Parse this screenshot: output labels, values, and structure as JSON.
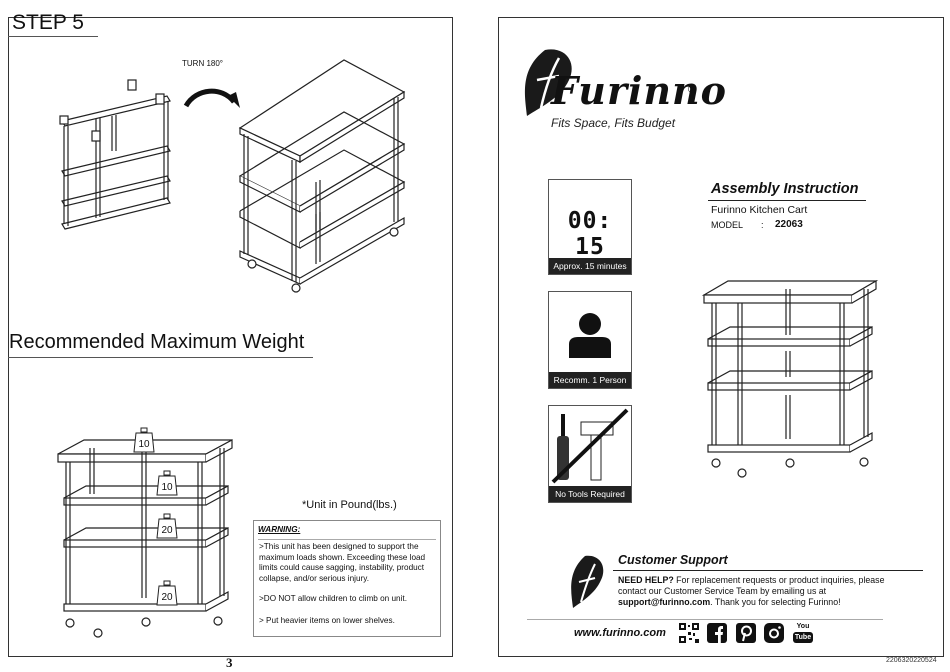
{
  "left_page": {
    "step_title": "STEP 5",
    "turn_label": "TURN 180°",
    "weight_heading": "Recommended Maximum Weight",
    "unit_note": "*Unit in Pound(lbs.)",
    "shelf_weights": [
      "10",
      "10",
      "20",
      "20"
    ],
    "warning": {
      "title": "WARNING:",
      "lines": [
        ">This unit has been designed to support the maximum loads shown. Exceeding these load limits could cause sagging, instability, product collapse, and/or serious injury.",
        ">DO NOT allow children to climb on unit.",
        "> Put heavier items on lower shelves."
      ]
    },
    "page_number": "3"
  },
  "right_page": {
    "brand": "Furinno",
    "registered": "®",
    "tagline": "Fits Space, Fits Budget",
    "info_boxes": [
      {
        "icon": "timer-icon",
        "display": "00: 15",
        "caption": "Approx. 15 minutes"
      },
      {
        "icon": "person-icon",
        "caption": "Recomm. 1 Person"
      },
      {
        "icon": "no-tools-icon",
        "caption": "No Tools Required"
      }
    ],
    "assembly_title": "Assembly Instruction",
    "product_name": "Furinno Kitchen Cart",
    "model_label": "MODEL",
    "model_colon": ":",
    "model_number": "22063",
    "support": {
      "title": "Customer Support",
      "need_help": "NEED HELP?",
      "body": " For replacement requests or product inquiries, please contact our Customer Service Team by emailing us at ",
      "email": "support@furinno.com",
      "thanks": ". Thank you for selecting Furinno!"
    },
    "website": "www.furinno.com",
    "social_icons": [
      "qr-code-icon",
      "facebook-icon",
      "pinterest-icon",
      "instagram-icon",
      "youtube-icon"
    ],
    "youtube_text": "You Tube"
  },
  "doc_code": "2206320220524"
}
